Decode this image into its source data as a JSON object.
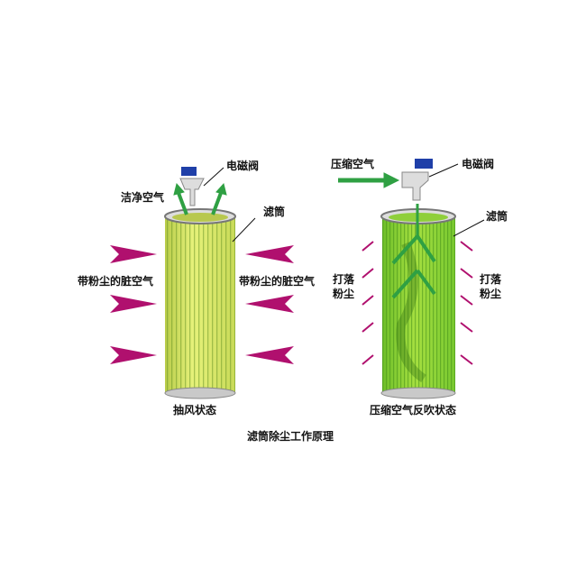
{
  "title": "滤筒除尘工作原理",
  "left_panel": {
    "caption": "抽风状态",
    "valve_label": "电磁阀",
    "clean_air_label": "洁净空气",
    "filter_label": "滤筒",
    "dirty_air_left": "带粉尘的脏空气",
    "dirty_air_right": "带粉尘的脏空气"
  },
  "right_panel": {
    "caption": "压缩空气反吹状态",
    "compressed_air_label": "压缩空气",
    "valve_label": "电磁阀",
    "filter_label": "滤筒",
    "dust_left": "打落粉尘",
    "dust_right": "打落粉尘"
  },
  "colors": {
    "arrow_magenta": "#b0106e",
    "arrow_green": "#2fa043",
    "filter_yellow": "#d6e86a",
    "filter_green": "#8fd43a",
    "valve_blue": "#1f3fa8"
  }
}
